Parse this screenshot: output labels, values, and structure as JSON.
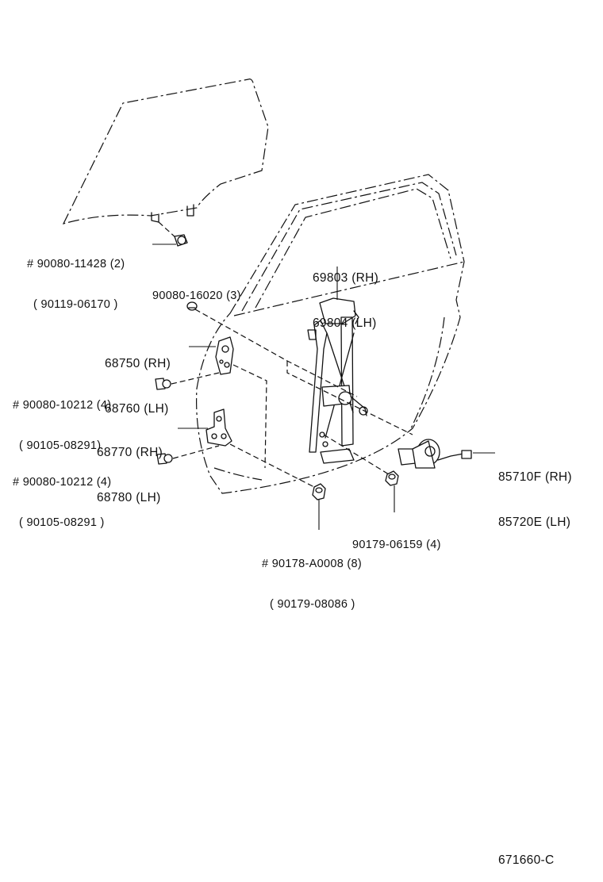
{
  "callouts": {
    "glass_bolt": {
      "line1": "# 90080-11428 (2)",
      "line2": "( 90119-06170 )"
    },
    "frame_screw": {
      "line1": "90080-16020 (3)"
    },
    "regulator": {
      "line1": "69803 (RH)",
      "line2": "69804 (LH)"
    },
    "upper_hinge": {
      "line1": "68750 (RH)",
      "line2": "68760 (LH)"
    },
    "upper_hinge_bolt": {
      "line1": "# 90080-10212 (4)",
      "line2": "( 90105-08291)"
    },
    "lower_hinge": {
      "line1": "68770 (RH)",
      "line2": "68780 (LH)"
    },
    "lower_hinge_bolt": {
      "line1": "# 90080-10212 (4)",
      "line2": "( 90105-08291 )"
    },
    "motor": {
      "line1": "85710F (RH)",
      "line2": "85720E (LH)"
    },
    "regulator_nut": {
      "line1": "90179-06159 (4)"
    },
    "hinge_nut": {
      "line1": "# 90178-A0008 (8)",
      "line2": "( 90179-08086 )"
    }
  },
  "figure_code": "671660-C"
}
